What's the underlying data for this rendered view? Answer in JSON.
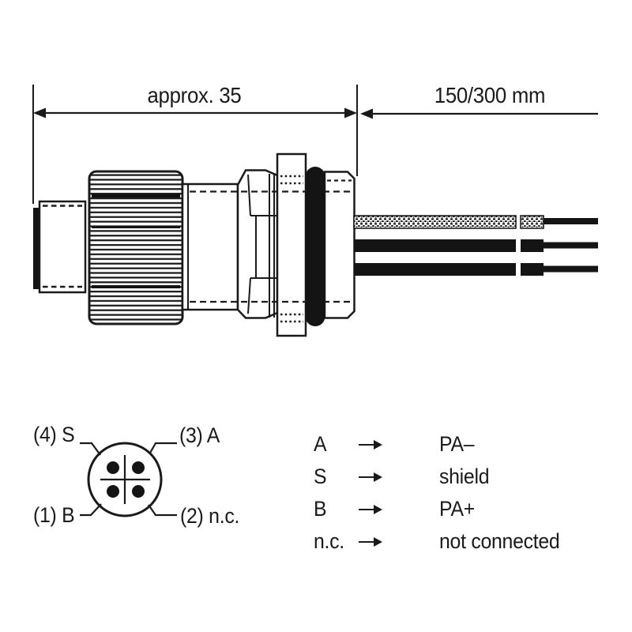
{
  "page": {
    "background": "#ffffff",
    "line_color": "#1a1a1a",
    "description": "Technical dimensional drawing of a 4-pole M12 connector with flying leads, pin face diagram and wiring assignment"
  },
  "dimensions": {
    "connector_length": "approx. 35",
    "cable_length": "150/300 mm"
  },
  "pinout": {
    "pin_labels": {
      "top_left": "(4) S",
      "top_right": "(3) A",
      "bottom_left": "(1) B",
      "bottom_right": "(2) n.c."
    }
  },
  "wiring": {
    "rows": [
      {
        "pin": "A",
        "assignment": "PA–"
      },
      {
        "pin": "S",
        "assignment": "shield"
      },
      {
        "pin": "B",
        "assignment": "PA+"
      },
      {
        "pin": "n.c.",
        "assignment": "not connected"
      }
    ]
  },
  "icons": {
    "arrow_right": "arrow-right"
  }
}
